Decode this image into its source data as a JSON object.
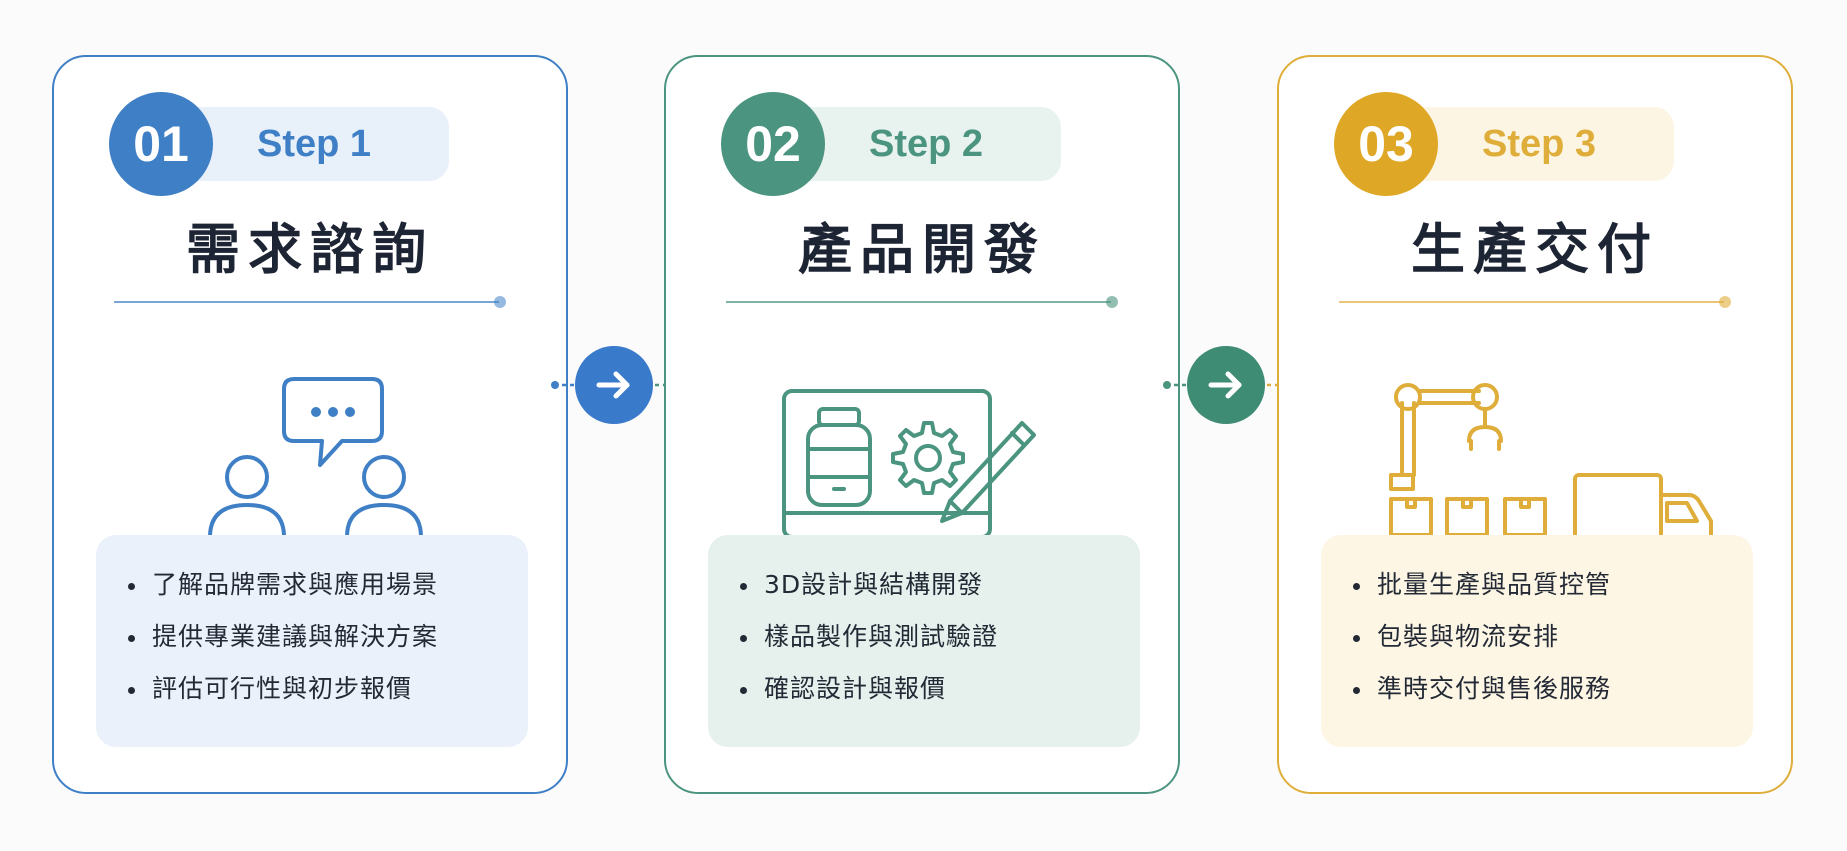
{
  "colors": {
    "step1": "#3f7fc6",
    "step1_soft": "#e8f0fa",
    "step2": "#4b9480",
    "step2_soft": "#e8f2ee",
    "step3": "#dfae3a",
    "step3_soft": "#fdf5e3"
  },
  "steps": [
    {
      "number": "01",
      "label": "Step 1",
      "title": "需求諮詢",
      "icon": "consultation-chat-icon",
      "bullets": [
        "了解品牌需求與應用場景",
        "提供專業建議與解決方案",
        "評估可行性與初步報價"
      ]
    },
    {
      "number": "02",
      "label": "Step 2",
      "title": "產品開發",
      "icon": "design-monitor-icon",
      "bullets": [
        "3D設計與結構開發",
        "樣品製作與測試驗證",
        "確認設計與報價"
      ]
    },
    {
      "number": "03",
      "label": "Step 3",
      "title": "生產交付",
      "icon": "production-delivery-icon",
      "bullets": [
        "批量生產與品質控管",
        "包裝與物流安排",
        "準時交付與售後服務"
      ]
    }
  ],
  "connectors": [
    {
      "icon": "arrow-right-icon"
    },
    {
      "icon": "arrow-right-icon"
    }
  ]
}
